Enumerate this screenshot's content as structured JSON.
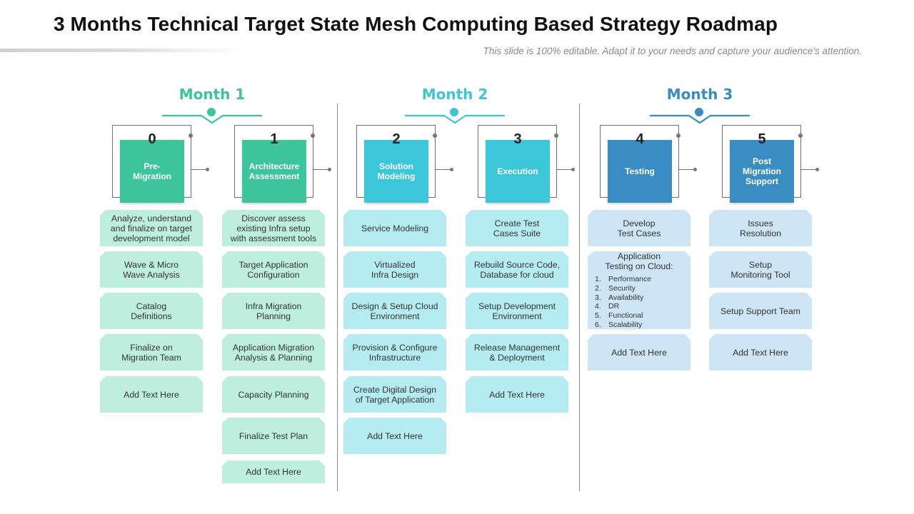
{
  "header": {
    "title": "3 Months Technical Target State Mesh Computing Based Strategy Roadmap",
    "subtitle": "This slide is 100% editable. Adapt it to your needs and capture your audience's attention."
  },
  "colors": {
    "month1": "#3cc49a",
    "month2": "#3cc6d9",
    "month3": "#3a8dc3",
    "card_green": "#bdeede",
    "card_aqua": "#b5ecf1",
    "card_blue": "#cde5f4"
  },
  "months": [
    {
      "label": "Month 1"
    },
    {
      "label": "Month 2"
    },
    {
      "label": "Month 3"
    }
  ],
  "phases": [
    {
      "number": "0",
      "label": "Pre-\nMigration",
      "items": [
        "Analyze, understand\nand finalize on target\ndevelopment model",
        "Wave & Micro\nWave Analysis",
        "Catalog\nDefinitions",
        "Finalize on\nMigration Team",
        "Add Text Here"
      ]
    },
    {
      "number": "1",
      "label": "Architecture\nAssessment",
      "items": [
        "Discover assess\nexisting Infra setup\nwith assessment tools",
        "Target Application\nConfiguration",
        "Infra Migration\nPlanning",
        "Application Migration\nAnalysis & Planning",
        "Capacity Planning",
        "Finalize Test Plan",
        "Add Text Here"
      ]
    },
    {
      "number": "2",
      "label": "Solution\nModeling",
      "items": [
        "Service Modeling",
        "Virtualized\nInfra Design",
        "Design & Setup Cloud\nEnvironment",
        "Provision & Configure\nInfrastructure",
        "Create Digital Design\nof Target Application",
        "Add Text Here"
      ]
    },
    {
      "number": "3",
      "label": "Execution",
      "items": [
        "Create Test\nCases Suite",
        "Rebuild Source Code,\nDatabase for cloud",
        "Setup Development\nEnvironment",
        "Release Management\n& Deployment",
        "Add Text Here"
      ]
    },
    {
      "number": "4",
      "label": "Testing",
      "items": [
        "Develop\nTest Cases",
        "Application\nTesting on Cloud:",
        "Add Text Here"
      ],
      "cloud_testing_list": [
        "Performance",
        "Security",
        "Availability",
        "DR",
        "Functional",
        "Scalability"
      ]
    },
    {
      "number": "5",
      "label": "Post\nMigration\nSupport",
      "items": [
        "Issues\nResolution",
        "Setup\nMonitoring Tool",
        "Setup Support Team",
        "Add Text Here"
      ]
    }
  ]
}
